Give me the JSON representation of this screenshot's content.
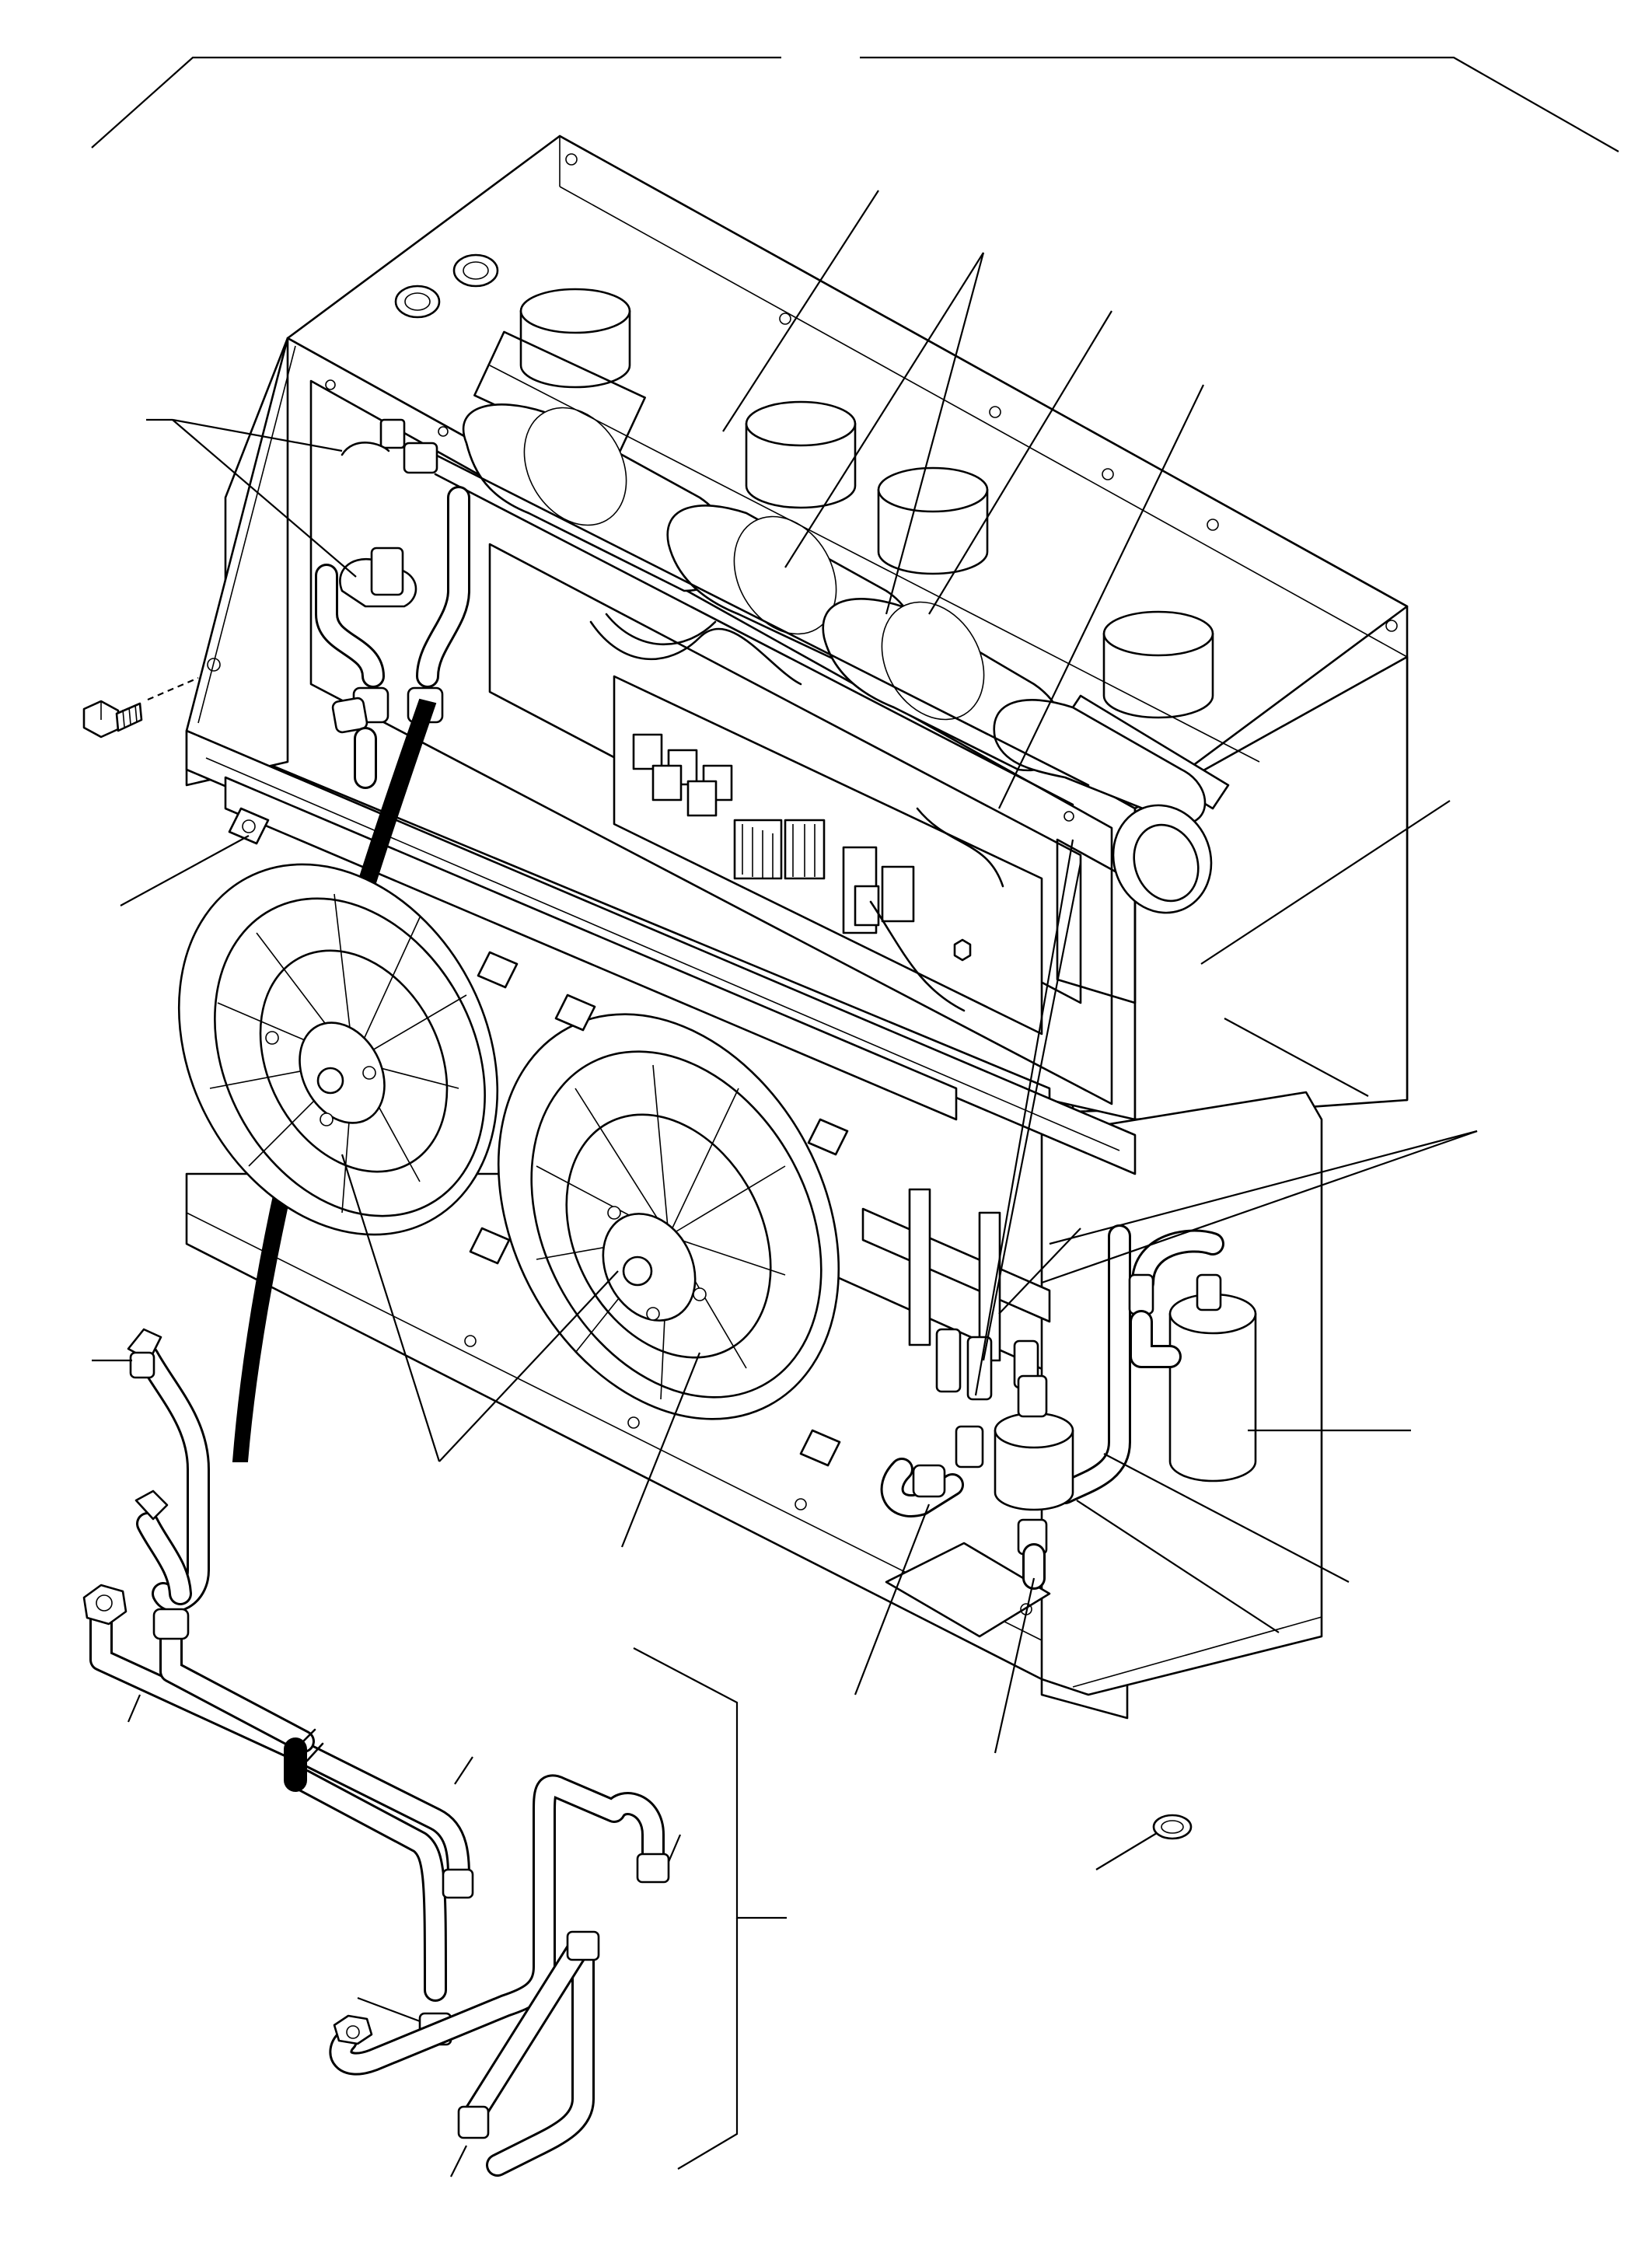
{
  "figure": {
    "kind": "exploded-parts-diagram",
    "subject_icon": "hvac-unit-icon"
  },
  "parts": [
    {
      "id": "housing",
      "icon": "housing-icon"
    },
    {
      "id": "blower-1",
      "icon": "blower-icon"
    },
    {
      "id": "blower-2",
      "icon": "blower-icon"
    },
    {
      "id": "blower-3",
      "icon": "blower-icon"
    },
    {
      "id": "blower-4",
      "icon": "blower-icon"
    },
    {
      "id": "control-board",
      "icon": "circuit-board-icon"
    },
    {
      "id": "condenser-fan-left",
      "icon": "fan-icon"
    },
    {
      "id": "condenser-fan-right",
      "icon": "fan-icon"
    },
    {
      "id": "receiver-drier",
      "icon": "cylinder-icon"
    },
    {
      "id": "expansion-valve",
      "icon": "valve-icon"
    },
    {
      "id": "mounting-bolt",
      "icon": "bolt-icon"
    },
    {
      "id": "hose-set",
      "icon": "hose-icon"
    },
    {
      "id": "o-ring",
      "icon": "washer-icon"
    }
  ],
  "callouts": {
    "count": 22,
    "labels_printed": false
  }
}
